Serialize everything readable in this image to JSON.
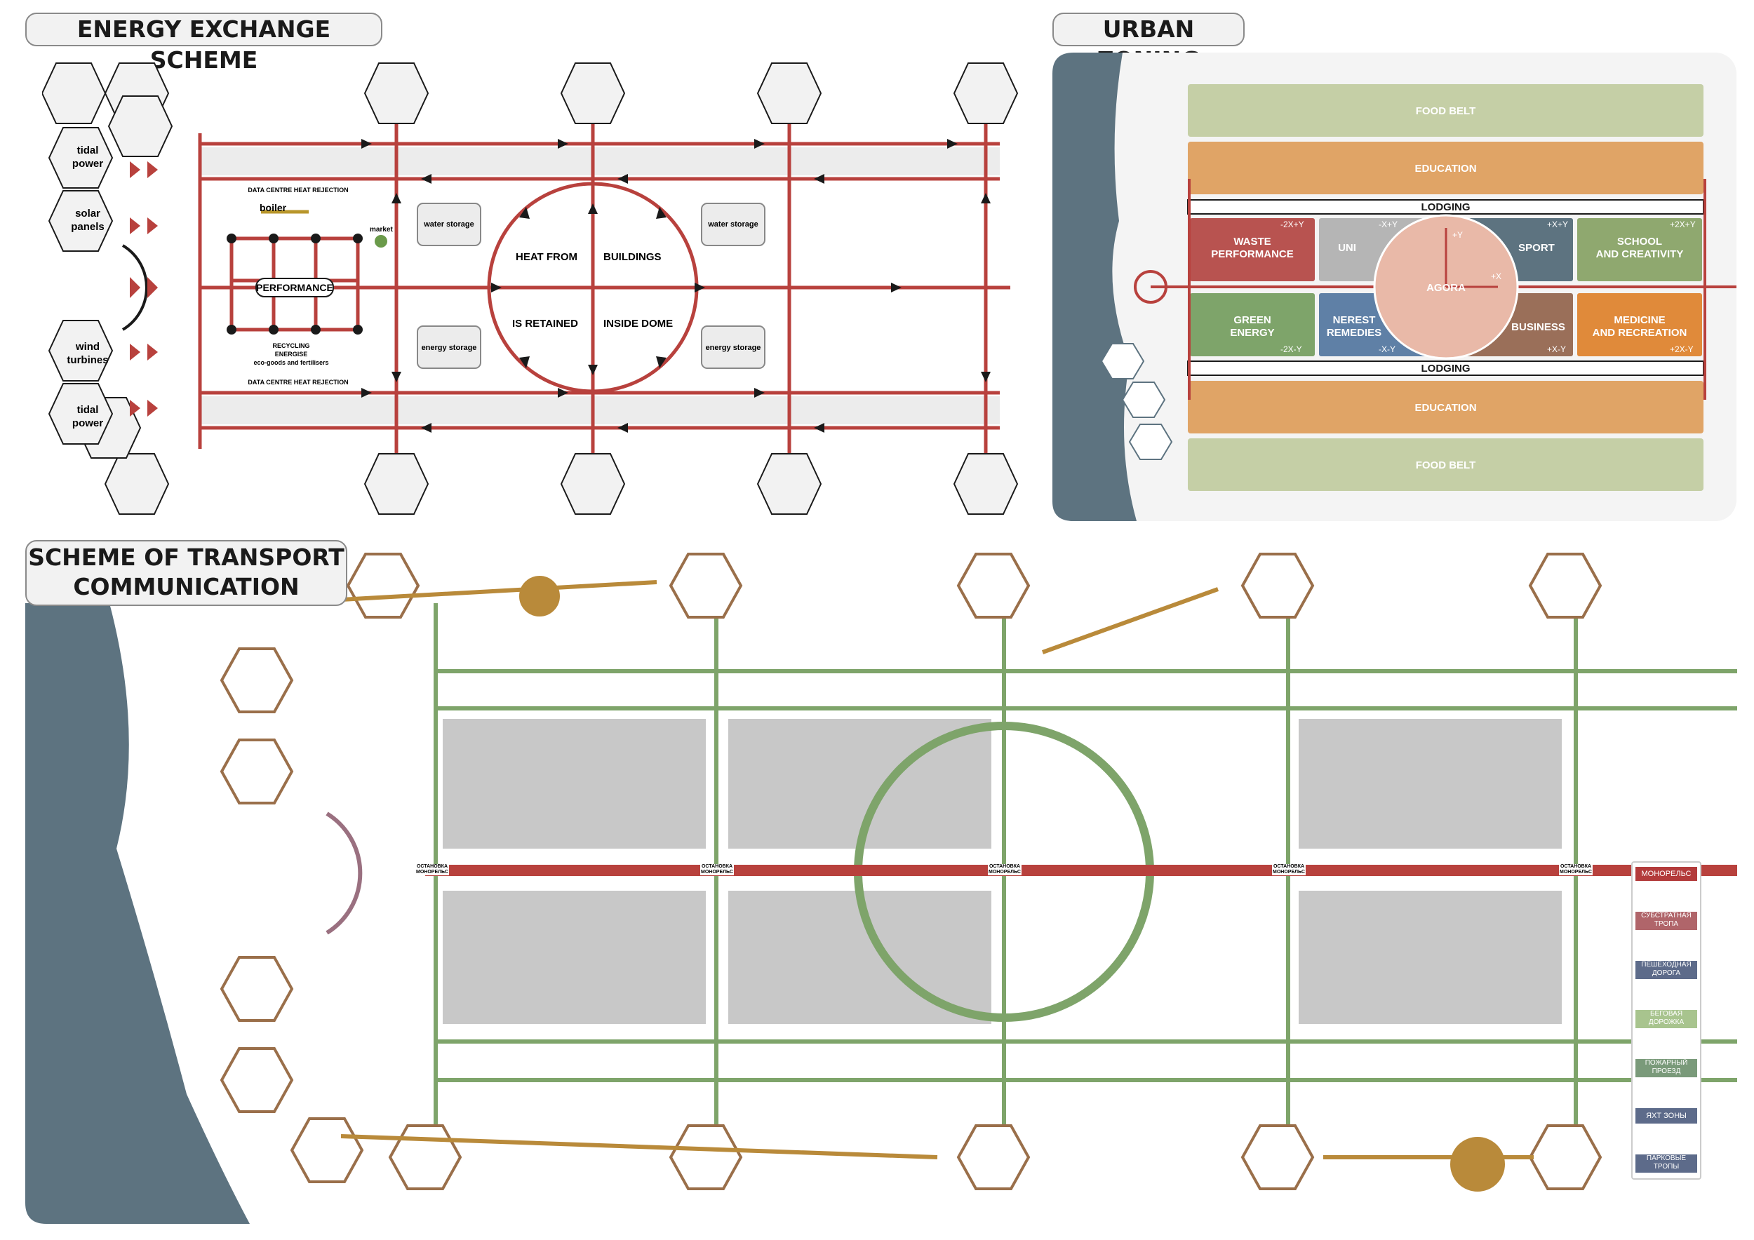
{
  "energy": {
    "title": "ENERGY EXCHANGE SCHEME",
    "sources": [
      "tidal\npower",
      "solar\npanels",
      "wind\nturbines",
      "tidal\npower"
    ],
    "boiler": "boiler",
    "market": "market",
    "performance": "PERFORMANCE",
    "recycling": [
      "RECYCLING",
      "ENERGISE",
      "eco-goods and fertilisers"
    ],
    "heat_rejection": "DATA CENTRE HEAT REJECTION",
    "storage": [
      "water storage",
      "energy storage",
      "water storage",
      "energy storage"
    ],
    "dome": [
      "HEAT FROM",
      "BUILDINGS",
      "IS RETAINED",
      "INSIDE DOME"
    ]
  },
  "zoning": {
    "title": "URBAN ZONING",
    "food_belt": "FOOD BELT",
    "education": "EDUCATION",
    "lodging": "LODGING",
    "agora": "AGORA",
    "zones": {
      "waste": "WASTE\nPERFORMANCE",
      "uni": "UNI",
      "sport": "SPORT",
      "school": "SCHOOL\nAND CREATIVITY",
      "green": "GREEN\nENERGY",
      "remedies": "NEREST\nREMEDIES",
      "business": "BUSINESS",
      "medicine": "MEDICINE\nAND RECREATION"
    },
    "coords": [
      "-2X+Y",
      "-X+Y",
      "+X+Y",
      "+2X+Y",
      "-2X-Y",
      "-X-Y",
      "+X-Y",
      "+2X-Y",
      "+Y",
      "+X"
    ],
    "colors": {
      "food": "#c5cfa6",
      "education": "#e0a466",
      "waste": "#b85350",
      "uni": "#b5b5b5",
      "sport": "#5d7380",
      "school": "#8fa86f",
      "green": "#7ea46a",
      "remedies": "#5f80a6",
      "business": "#9a6f59",
      "medicine": "#e08a3a",
      "agora": "#e9b9a8"
    }
  },
  "transport": {
    "title": [
      "SCHEME OF TRANSPORT",
      "COMMUNICATION"
    ],
    "stop_label": [
      "ОСТАНОВКА",
      "МОНОРЕЛЬС"
    ],
    "legend": [
      {
        "label": "МОНОРЕЛЬС",
        "color": "#b33b3b"
      },
      {
        "label": "СУБСТРАТНАЯ\nТРОПА",
        "color": "#b0656a"
      },
      {
        "label": "ПЕШЕХОДНАЯ\nДОРОГА",
        "color": "#5d6b8a"
      },
      {
        "label": "БЕГОВАЯ\nДОРОЖКА",
        "color": "#a8c48e"
      },
      {
        "label": "ПОЖАРНЫЙ\nПРОЕЗД",
        "color": "#7a9a7a"
      },
      {
        "label": "ЯХТ ЗОНЫ",
        "color": "#5d6b8a"
      },
      {
        "label": "ПАРКОВЫЕ\nТРОПЫ",
        "color": "#5d6b8a"
      }
    ]
  }
}
